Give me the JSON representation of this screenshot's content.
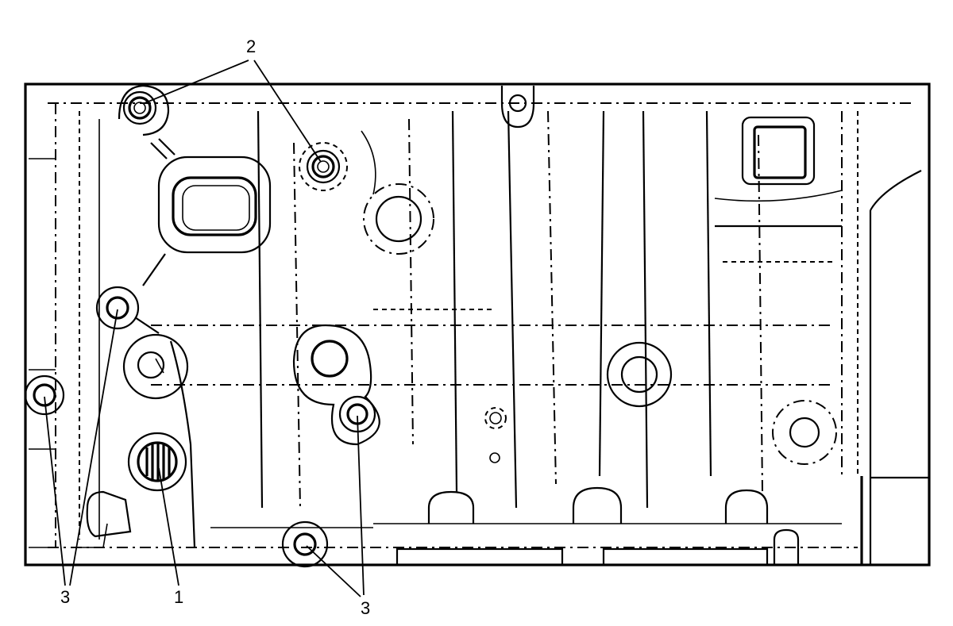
{
  "callouts": [
    {
      "id": "c1",
      "label": "1"
    },
    {
      "id": "c2",
      "label": "2"
    },
    {
      "id": "c3a",
      "label": "3"
    },
    {
      "id": "c3b",
      "label": "3"
    }
  ],
  "colors": {
    "line": "#000000",
    "background": "#ffffff"
  }
}
